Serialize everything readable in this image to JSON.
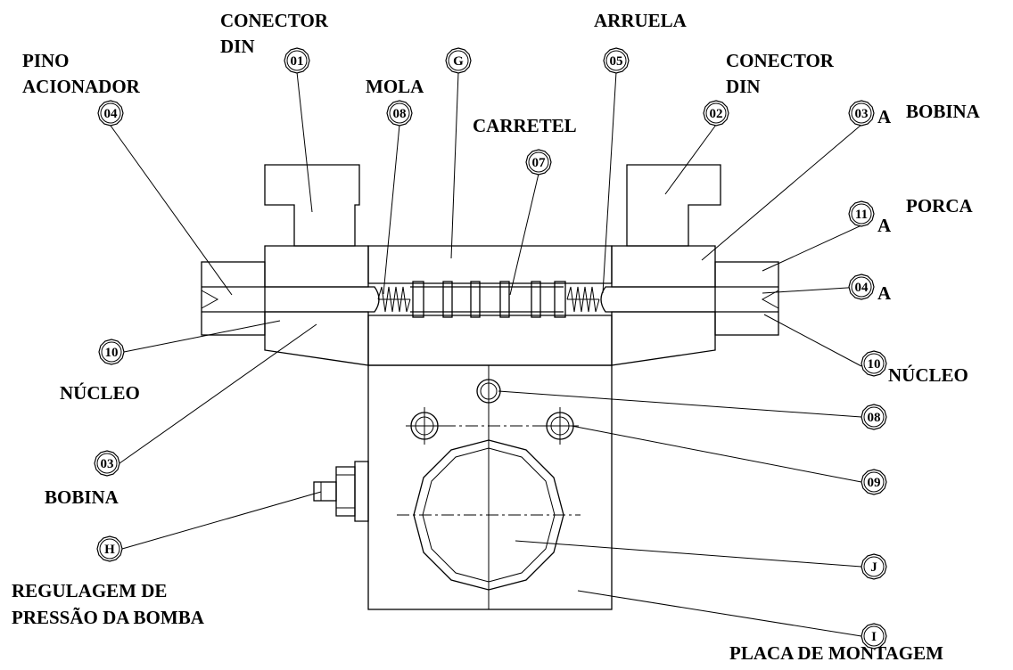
{
  "labels": {
    "conector_din_left_1": "CONECTOR",
    "conector_din_left_2": "DIN",
    "pino_1": "PINO",
    "pino_2": "ACIONADOR",
    "mola": "MOLA",
    "arruela": "ARRUELA",
    "conector_din_right_1": "CONECTOR",
    "conector_din_right_2": "DIN",
    "bobina_right": "BOBINA",
    "carretel": "CARRETEL",
    "porca": "PORCA",
    "nucleo_left": "NÚCLEO",
    "nucleo_right": "NÚCLEO",
    "bobina_left": "BOBINA",
    "regulagem_1": "REGULAGEM DE",
    "regulagem_2": "PRESSÃO DA BOMBA",
    "placa": "PLACA DE MONTAGEM"
  },
  "balloons": {
    "b01": "01",
    "b04_left": "04",
    "b08_mola": "08",
    "bG": "G",
    "b05": "05",
    "b02": "02",
    "b03_right": "03",
    "b07": "07",
    "b11": "11",
    "b04_right": "04",
    "b10_left": "10",
    "b10_right": "10",
    "b03_left": "03",
    "b08_lower": "08",
    "b09": "09",
    "bH": "H",
    "bJ": "J",
    "bI": "I"
  },
  "suffixes": {
    "b03_right": "A",
    "b11": "A",
    "b04_right": "A"
  }
}
